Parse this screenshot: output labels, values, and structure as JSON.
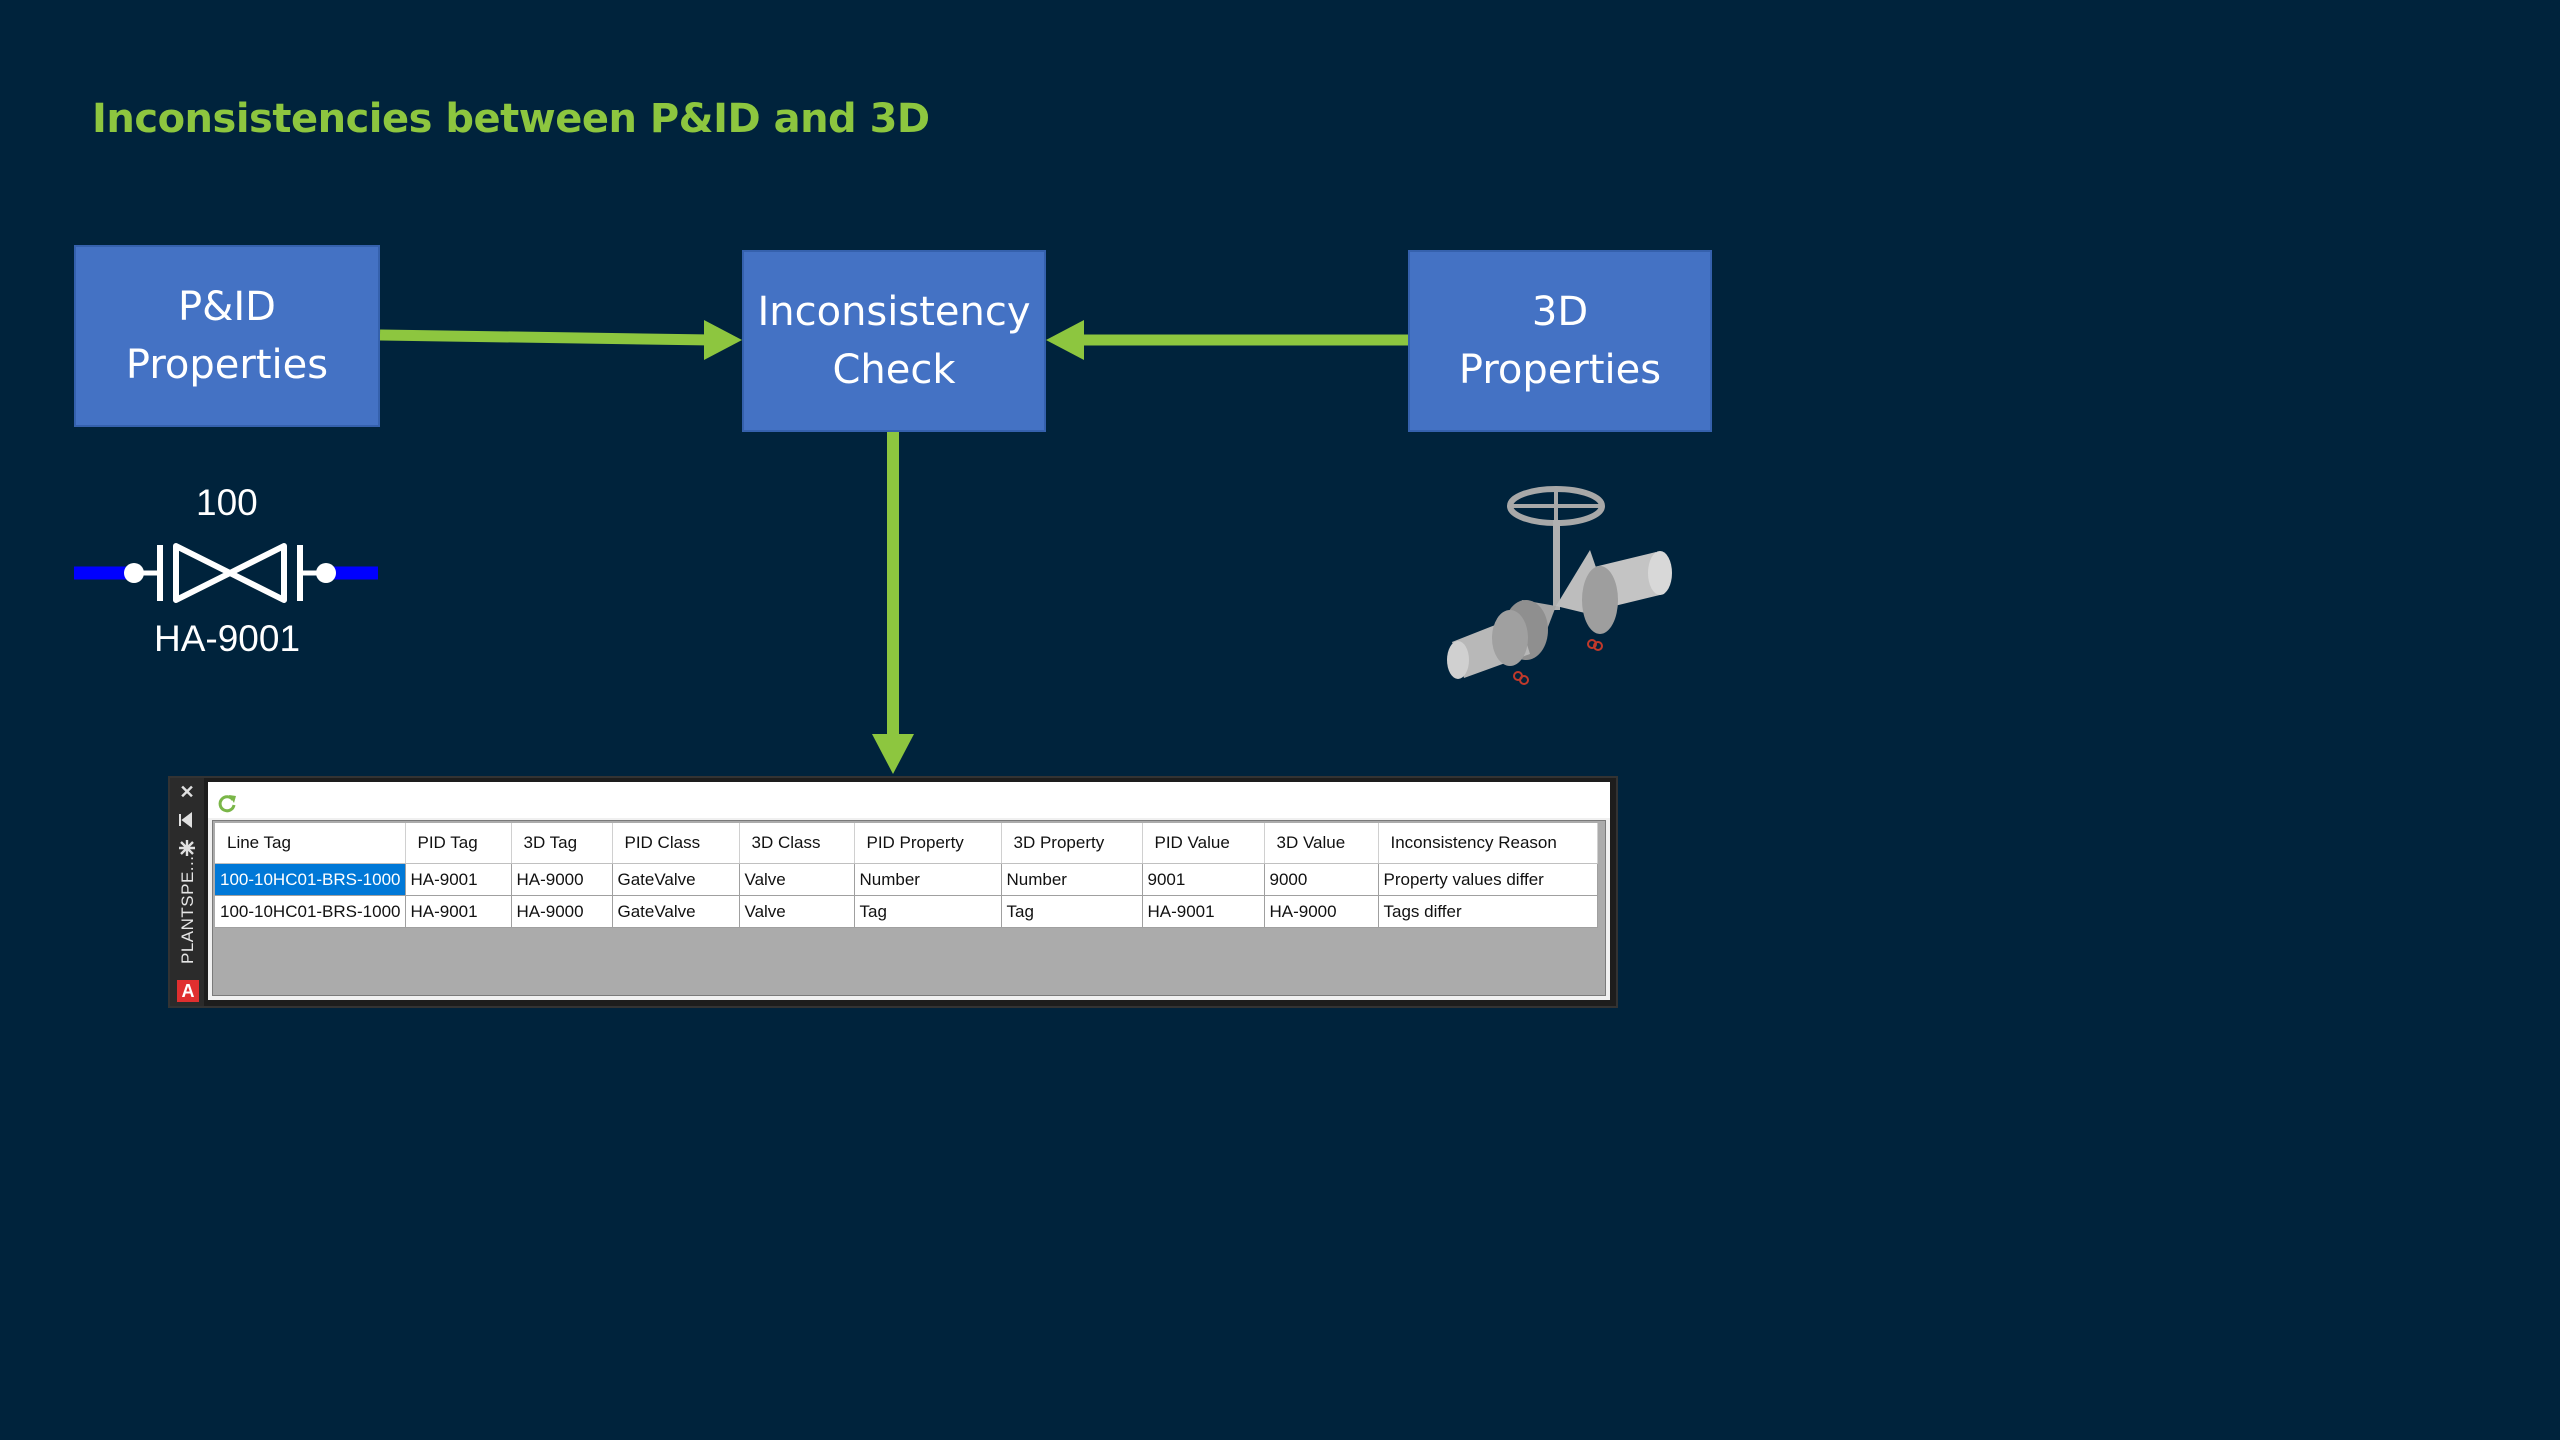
{
  "slide": {
    "title": "Inconsistencies between P&ID and 3D"
  },
  "diagram": {
    "pid_box": {
      "line1": "P&ID",
      "line2": "Properties"
    },
    "check_box": {
      "line1": "Inconsistency",
      "line2": "Check"
    },
    "model_box": {
      "line1": "3D",
      "line2": "Properties"
    },
    "pid_symbol": {
      "size_label": "100",
      "tag_label": "HA-9001"
    }
  },
  "colors": {
    "background": "#00233c",
    "accent_green": "#8dc63f",
    "box_blue": "#4472c4",
    "pipe_blue": "#0000ff",
    "selection_blue": "#0078d7"
  },
  "panel": {
    "side_title": "PLANTSPE...",
    "side_buttons": [
      "close-icon",
      "collapse-icon",
      "properties-icon"
    ],
    "logo_letter": "A",
    "toolbar": {
      "refresh_icon": "refresh-icon"
    },
    "columns": [
      "Line Tag",
      "PID Tag",
      "3D Tag",
      "PID Class",
      "3D Class",
      "PID Property",
      "3D Property",
      "PID Value",
      "3D Value",
      "Inconsistency Reason"
    ],
    "rows": [
      [
        "100-10HC01-BRS-1000",
        "HA-9001",
        "HA-9000",
        "GateValve",
        "Valve",
        "Number",
        "Number",
        "9001",
        "9000",
        "Property values differ"
      ],
      [
        "100-10HC01-BRS-1000",
        "HA-9001",
        "HA-9000",
        "GateValve",
        "Valve",
        "Tag",
        "Tag",
        "HA-9001",
        "HA-9000",
        "Tags differ"
      ]
    ]
  }
}
